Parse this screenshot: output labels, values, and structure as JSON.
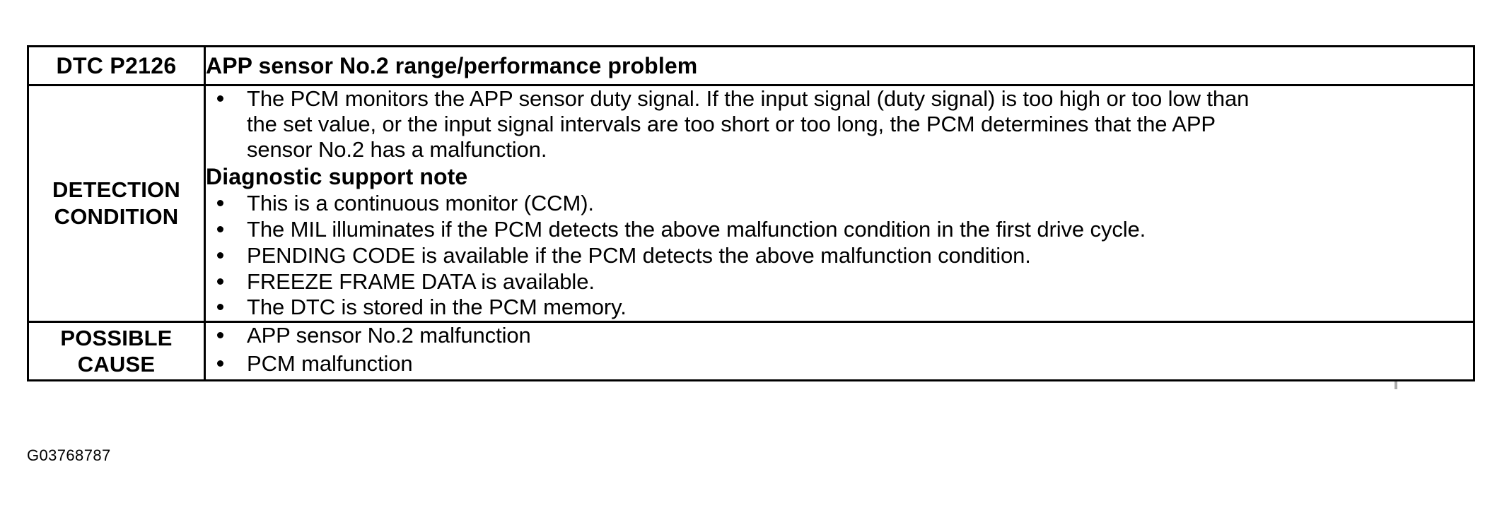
{
  "document": {
    "figure_caption": "G03768787"
  },
  "table": {
    "header": {
      "code_label": "DTC P2126",
      "description": "APP sensor No.2 range/performance problem"
    },
    "rows": [
      {
        "label_lines": [
          "DETECTION",
          "CONDITION"
        ],
        "bullets_primary": [
          {
            "lines": [
              "The PCM monitors the APP sensor duty signal. If the input signal (duty signal) is too high or too low than",
              "the set value, or the input signal intervals are too short or too long, the PCM determines that the APP",
              "sensor No.2 has a malfunction."
            ]
          }
        ],
        "subheading": "Diagnostic support note",
        "bullets_secondary": [
          {
            "lines": [
              "This is a continuous monitor (CCM)."
            ]
          },
          {
            "lines": [
              "The MIL illuminates if the PCM detects the above malfunction condition in the first drive cycle."
            ]
          },
          {
            "lines": [
              "PENDING CODE is available if the PCM detects the above malfunction condition."
            ]
          },
          {
            "lines": [
              "FREEZE FRAME DATA is available."
            ]
          },
          {
            "lines": [
              "The DTC is stored in the PCM memory."
            ]
          }
        ]
      },
      {
        "label_lines": [
          "POSSIBLE",
          "CAUSE"
        ],
        "bullets_primary": [
          {
            "lines": [
              "APP sensor No.2 malfunction"
            ]
          },
          {
            "lines": [
              "PCM malfunction"
            ]
          }
        ]
      }
    ]
  },
  "colors": {
    "ink": "#000000",
    "paper": "#ffffff"
  }
}
